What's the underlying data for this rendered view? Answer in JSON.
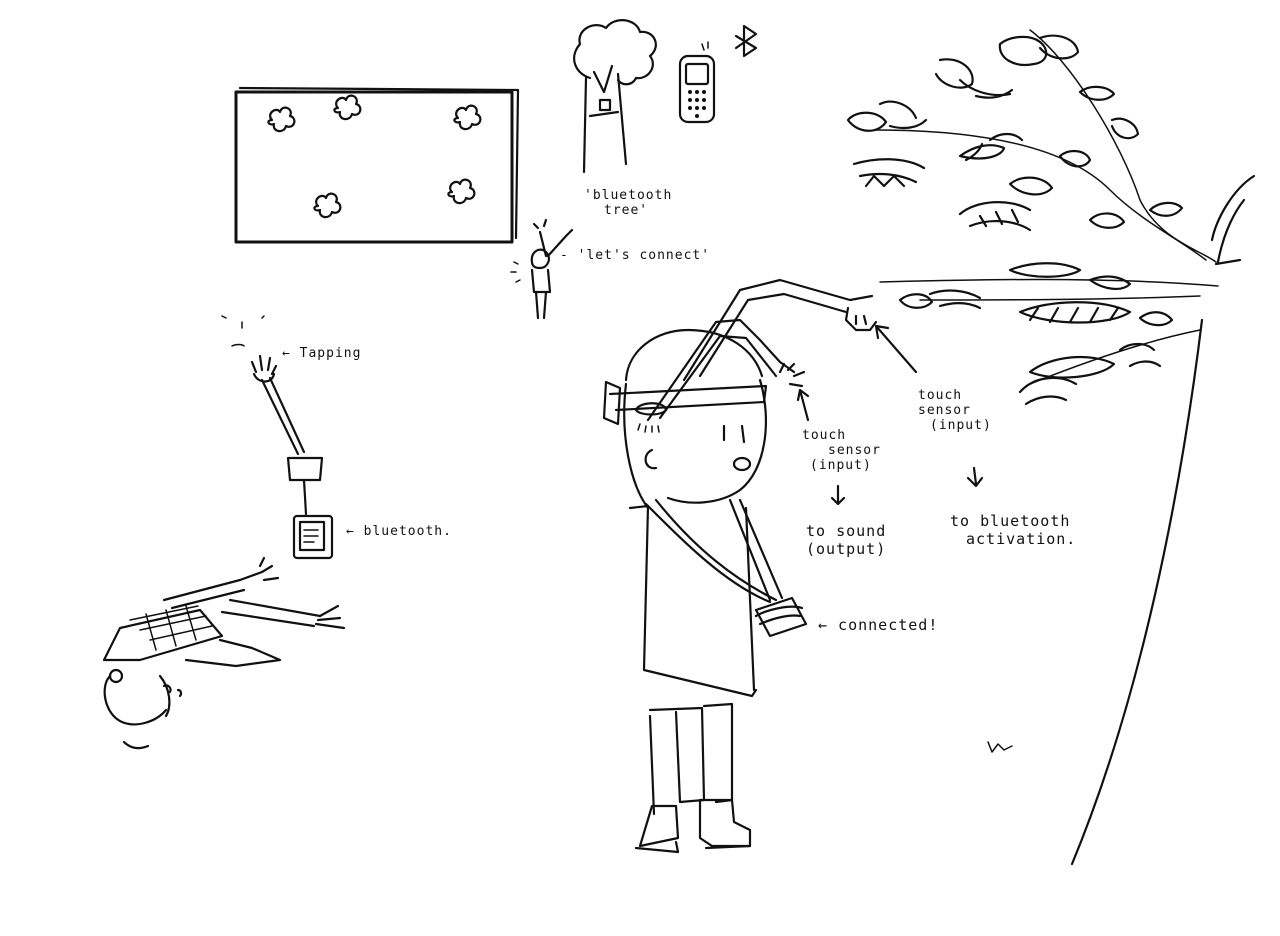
{
  "annotations": {
    "bluetooth_tree": [
      "'bluetooth",
      "tree'"
    ],
    "lets_connect": "- 'let's connect'",
    "tapping": "← Tapping",
    "bluetooth_device": "← bluetooth.",
    "touch_sensor_left": [
      "touch",
      "sensor",
      "(input)"
    ],
    "to_sound_output": [
      "to sound",
      "(output)"
    ],
    "touch_sensor_right": [
      "touch",
      "sensor",
      "(input)"
    ],
    "to_bluetooth_activation": [
      "to bluetooth",
      "activation."
    ],
    "connected": "←  connected!"
  },
  "icons": {
    "bluetooth": "bluetooth-icon",
    "phone": "mobile-phone-icon",
    "tree": "tree-icon"
  }
}
